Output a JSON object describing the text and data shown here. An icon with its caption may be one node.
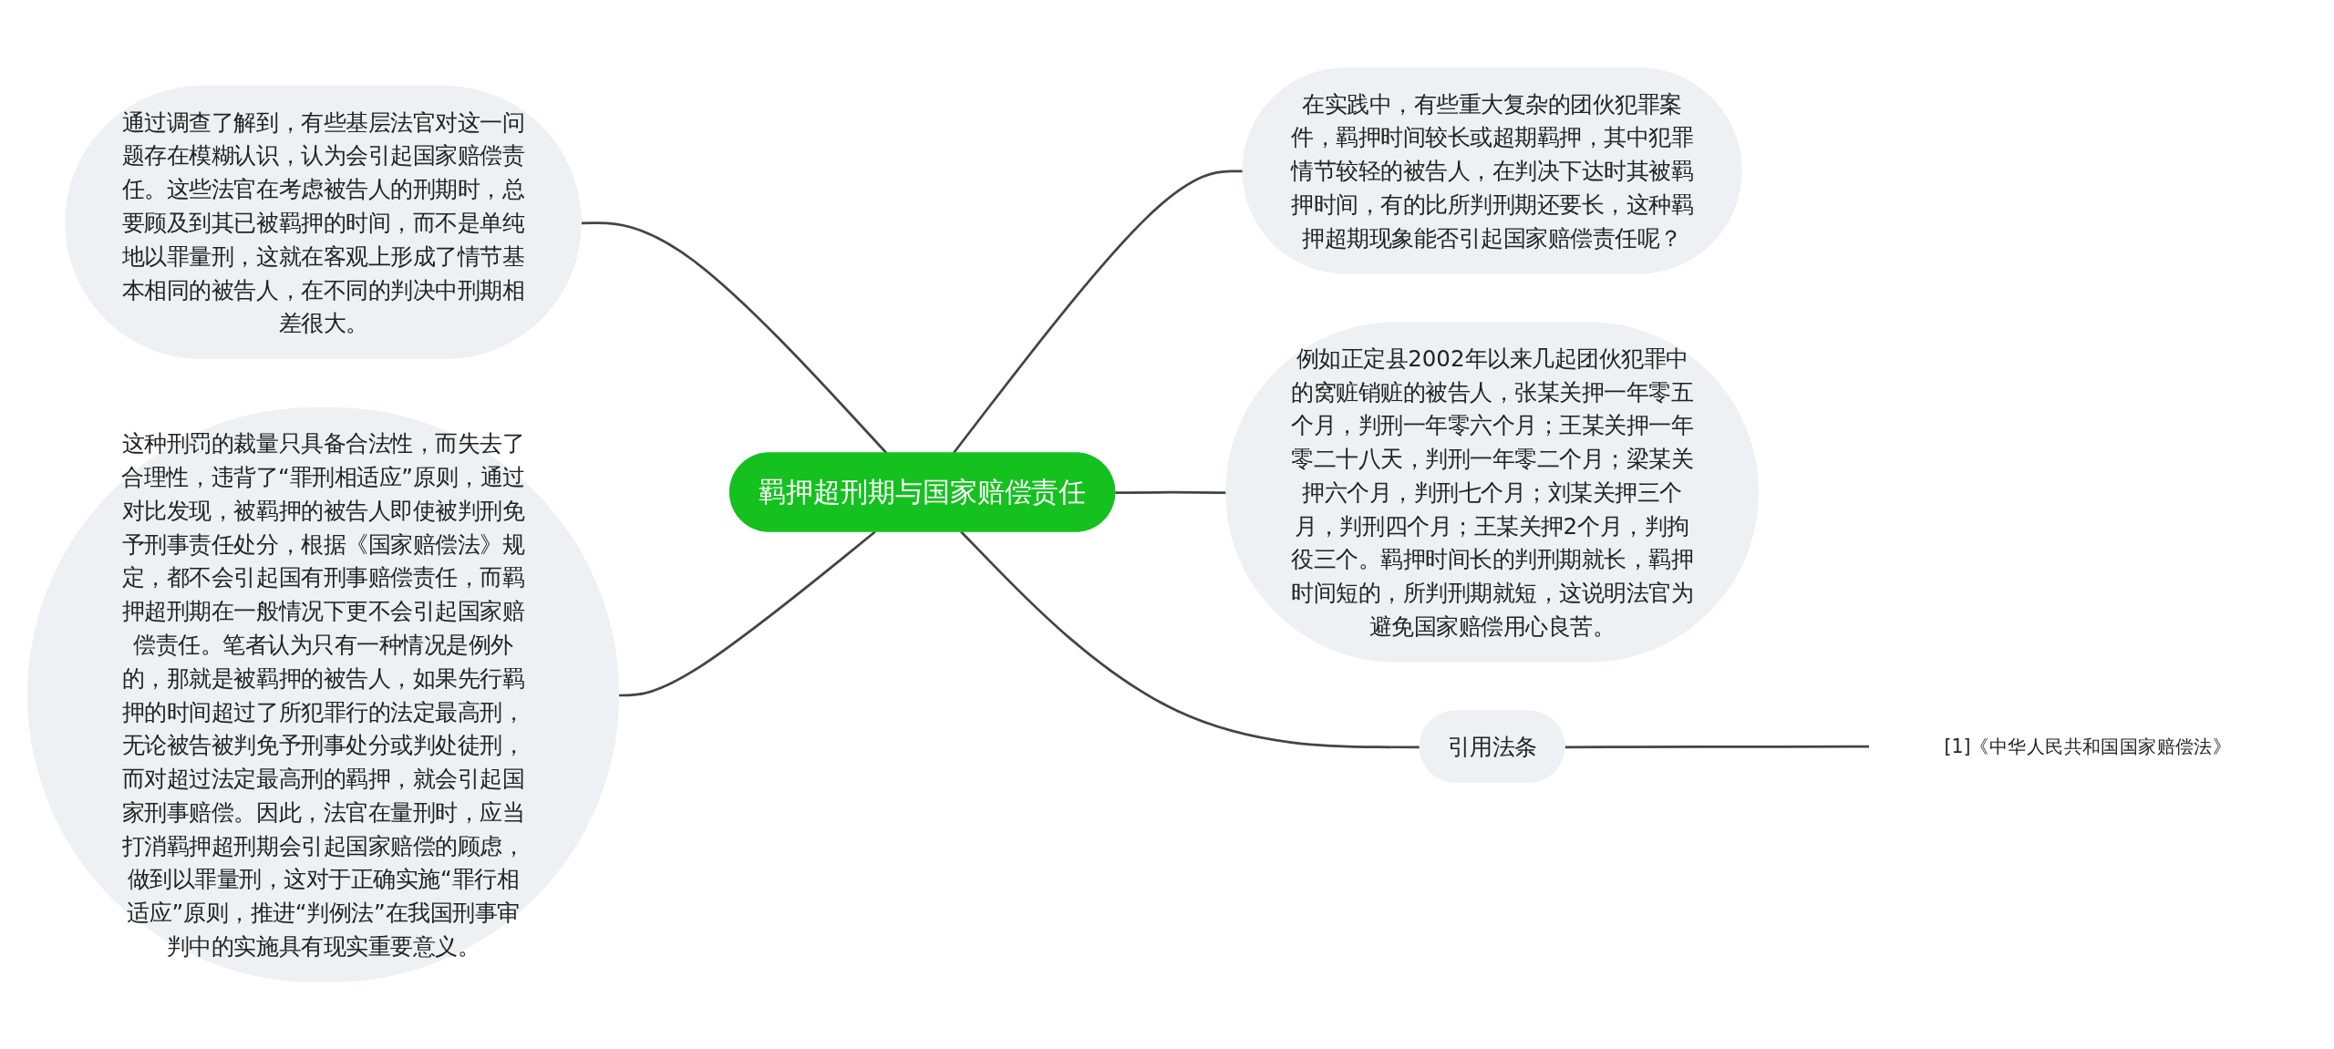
{
  "diagram": {
    "nodes": [
      {
        "text": [
          "羁押超刑期与国家赔偿责任"
        ]
      },
      {
        "text": [
          "通过调查了解到，有些基层法官对这一问题存在模糊认识，认为会引起国家赔偿责任。这些法官在考虑被告人的刑期时，总要顾及到其已被羁押的时间，而不是单纯地以罪量刑，这就在客观上形成了情节基本相同的被告人，在不同的判决中刑期相差很大。"
        ]
      },
      {
        "text": [
          "这种刑罚的裁量只具备合法性，而失去了合理性，违背了“罪刑相适应”原则，通过对比发现，被羁押的被告人即使被判刑免予刑事责任处分，根据《国家赔偿法》规定，都不会引起国有刑事赔偿责任，而羁押超刑期在一般情况下更不会引起国家赔偿责任。笔者认为只有一种情况是例外的，那就是被羁押的被告人，如果先行羁押的时间超过了所犯罪行的法定最高刑，无论被告被判免予刑事处分或判处徒刑，而对超过法定最高刑的羁押，就会引起国家刑事赔偿。因此，法官在量刑时，应当打消羁押超刑期会引起国家赔偿的顾虑，做到以罪量刑，这对于正确实施“罪行相适应”原则，推进“判例法”在我国刑事审判中的实施具有现实重要意义。"
        ]
      },
      {
        "text": [
          "在实践中，有些重大复杂的团伙犯罪案件，羁押时间较长或超期羁押，其中犯罪情节较轻的被告人，在判决下达时其被羁押时间，有的比所判刑期还要长，这种羁押超期现象能否引起国家赔偿责任呢？"
        ]
      },
      {
        "text": [
          "例如正定县2002年以来几起团伙犯罪中的窝赃销赃的被告人，张某关押一年零五个月，判刑一年零六个月；王某关押一年零二十八天，判刑一年零二个月；梁某关押六个月，判刑七个月；刘某关押三个月，判刑四个月；王某关押2个月，判拘役三个。羁押时间长的判刑期就长，羁押时间短的，所判刑期就短，这说明法官为避免国家赔偿用心良苦。"
        ]
      },
      {
        "text": [
          "引用法条"
        ]
      },
      {
        "text": [
          "[1]《中华人民共和国国家赔偿法》"
        ]
      }
    ],
    "edges": [
      {
        "from": 1,
        "to": 0,
        "arrow": "none"
      },
      {
        "from": 2,
        "to": 0,
        "arrow": "none"
      },
      {
        "from": 0,
        "to": 3,
        "arrow": "none"
      },
      {
        "from": 0,
        "to": 4,
        "arrow": "none"
      },
      {
        "from": 0,
        "to": 5,
        "arrow": "none"
      },
      {
        "from": 5,
        "to": 6,
        "arrow": "none"
      }
    ]
  }
}
